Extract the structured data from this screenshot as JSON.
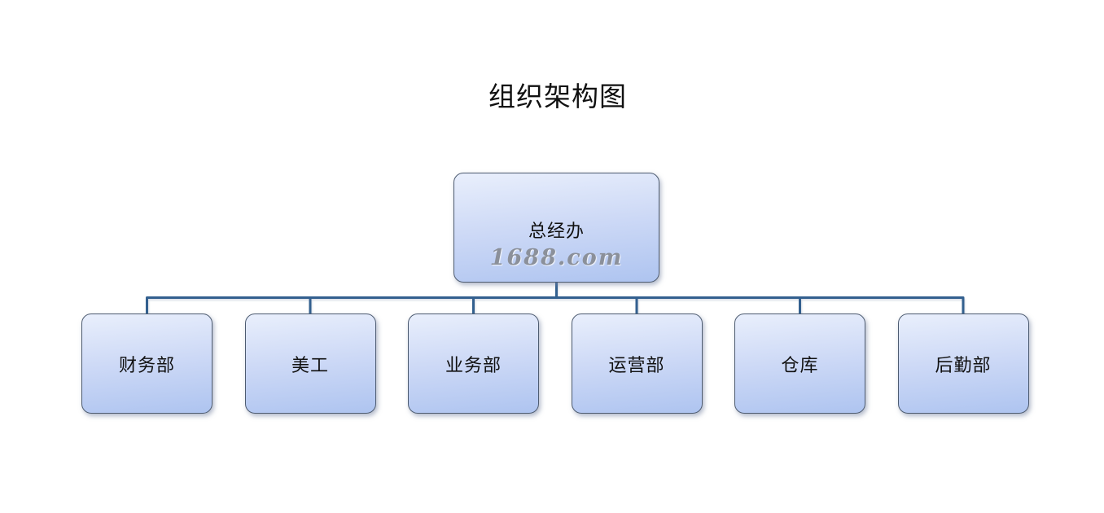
{
  "title": "组织架构图",
  "org_chart": {
    "root": {
      "label": "总经办",
      "watermark": "1688.com"
    },
    "departments": [
      {
        "label": "财务部"
      },
      {
        "label": "美工"
      },
      {
        "label": "业务部"
      },
      {
        "label": "运营部"
      },
      {
        "label": "仓库"
      },
      {
        "label": "后勤部"
      }
    ]
  },
  "colors": {
    "connector_line": "#33608f",
    "box_border": "#4d5b70",
    "box_gradient_top": "#e9effc",
    "box_gradient_bottom": "#aec4f0",
    "watermark_text": "#8b909a",
    "title_text": "#111111"
  }
}
